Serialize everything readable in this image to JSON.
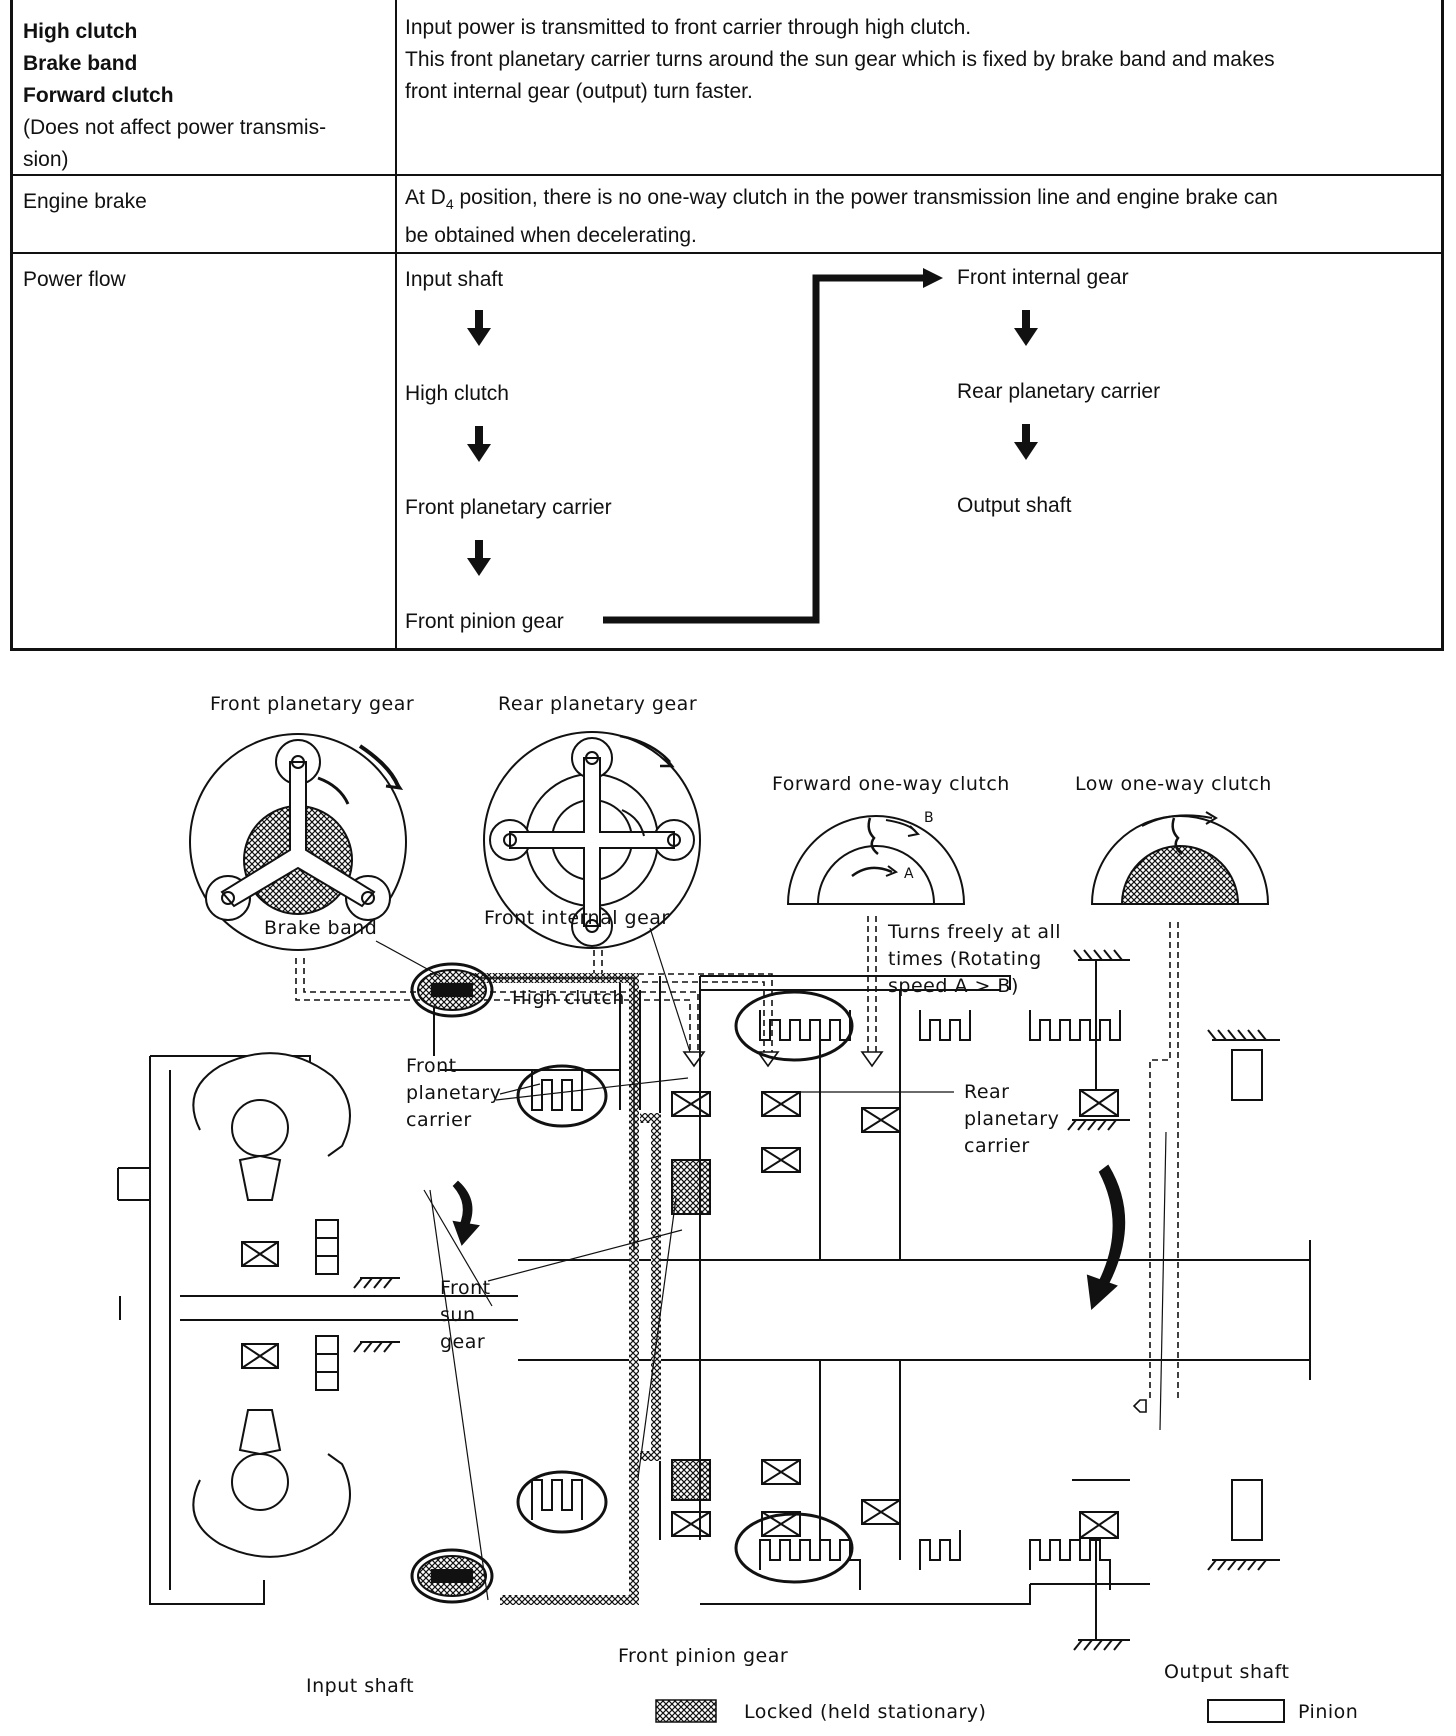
{
  "table": {
    "row1": {
      "left_bold": [
        "High clutch",
        "Brake band",
        "Forward clutch"
      ],
      "left_note_1": "(Does not affect power transmis-",
      "left_note_2": "sion)",
      "right_line1": "Input power is transmitted to front carrier through high clutch.",
      "right_line2": "This front planetary carrier turns around the sun gear which is fixed by brake band and makes",
      "right_line3": "front internal gear (output) turn faster."
    },
    "row2": {
      "left": "Engine brake",
      "right_prefix": "At D",
      "right_subscript": "4",
      "right_rest_line1": " position, there is no one-way clutch in the power transmission line and engine brake can",
      "right_line2": "be obtained when decelerating."
    },
    "row3": {
      "left": "Power flow",
      "flow_left": [
        "Input shaft",
        "High clutch",
        "Front planetary carrier",
        "Front pinion gear"
      ],
      "flow_right": [
        "Front internal gear",
        "Rear planetary carrier",
        "Output shaft"
      ]
    }
  },
  "diagram": {
    "top_labels": {
      "front_planetary_gear": "Front planetary gear",
      "rear_planetary_gear": "Rear planetary gear",
      "forward_one_way_clutch": "Forward one-way clutch",
      "low_one_way_clutch": "Low one-way clutch",
      "mark_a": "A",
      "mark_b": "B",
      "turns_freely_1": "Turns freely at all",
      "turns_freely_2": "times (Rotating",
      "turns_freely_3": "speed A > B)"
    },
    "labels": {
      "brake_band": "Brake band",
      "front_internal_gear": "Front internal gear",
      "high_clutch": "High clutch",
      "front_planetary_carrier_1": "Front",
      "front_planetary_carrier_2": "planetary",
      "front_planetary_carrier_3": "carrier",
      "rear_planetary_carrier_1": "Rear",
      "rear_planetary_carrier_2": "planetary",
      "rear_planetary_carrier_3": "carrier",
      "front_sun_gear_1": "Front",
      "front_sun_gear_2": "sun",
      "front_sun_gear_3": "gear",
      "input_shaft": "Input shaft",
      "front_pinion_gear": "Front pinion gear",
      "output_shaft": "Output shaft"
    },
    "legend": {
      "locked": "Locked (held stationary)",
      "pinion": "Pinion"
    }
  }
}
